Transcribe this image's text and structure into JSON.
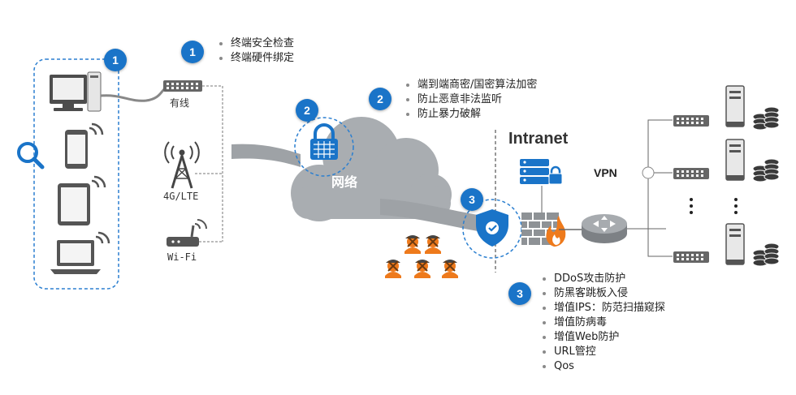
{
  "badges": {
    "device_group": "1",
    "terminal": "1",
    "cloud": "2",
    "encryption": "2",
    "firewall": "3",
    "protection": "3"
  },
  "terminal_checks": [
    "终端安全检查",
    "终端硬件绑定"
  ],
  "encryption_features": [
    "端到端商密/国密算法加密",
    "防止恶意非法监听",
    "防止暴力破解"
  ],
  "protection_features": [
    "DDoS攻击防护",
    "防黑客跳板入侵",
    "增值IPS：防范扫描窥探",
    "增值防病毒",
    "增值Web防护",
    "URL管控",
    "Qos"
  ],
  "access": {
    "wired": "有线",
    "cellular": "4G/LTE",
    "wifi": "Wi-Fi"
  },
  "network_label": "网络",
  "intranet_label": "Intranet",
  "vpn_label": "VPN",
  "icons": {
    "search": "search-icon",
    "desktop": "desktop-computer-icon",
    "phone": "smartphone-icon",
    "tablet": "tablet-icon",
    "laptop": "laptop-icon",
    "switch": "network-switch-icon",
    "tower": "cell-tower-icon",
    "router": "wifi-router-icon",
    "lock": "padlock-icon",
    "shield": "shield-check-icon",
    "firewall": "firewall-icon",
    "core_router": "router-icon",
    "server": "server-icon",
    "database": "database-icon",
    "hacker": "hacker-icon"
  },
  "colors": {
    "accent": "#1a74c8",
    "cloud": "#a9adb1",
    "dashed": "#2b7fd0",
    "fire": "#ee7a1c"
  }
}
